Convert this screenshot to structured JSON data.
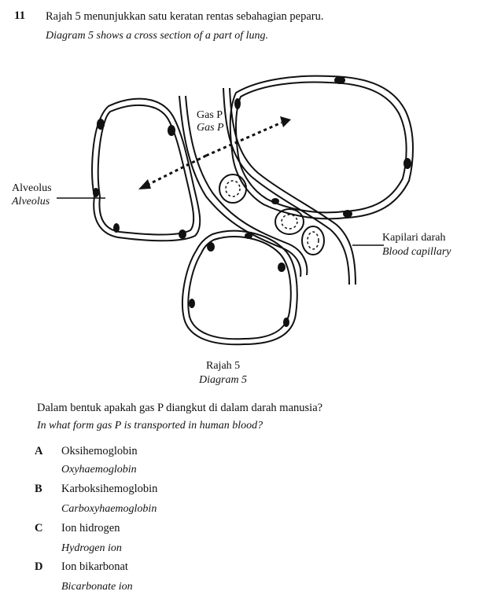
{
  "question": {
    "number": "11",
    "stem_ms": "Rajah 5 menunjukkan satu keratan rentas sebahagian peparu.",
    "stem_en": "Diagram 5 shows a cross section of a part of lung.",
    "prompt_ms": "Dalam bentuk apakah gas P diangkut di dalam darah manusia?",
    "prompt_en": "In what form gas P is transported in human blood?"
  },
  "diagram": {
    "gas_label_ms": "Gas P",
    "gas_label_en": "Gas P",
    "alveolus_ms": "Alveolus",
    "alveolus_en": "Alveolus",
    "capillary_ms": "Kapilari darah",
    "capillary_en": "Blood capillary",
    "caption_ms": "Rajah 5",
    "caption_en": "Diagram 5"
  },
  "options": [
    {
      "letter": "A",
      "ms": "Oksihemoglobin",
      "en": "Oxyhaemoglobin"
    },
    {
      "letter": "B",
      "ms": "Karboksihemoglobin",
      "en": "Carboxyhaemoglobin"
    },
    {
      "letter": "C",
      "ms": "Ion hidrogen",
      "en": "Hydrogen ion"
    },
    {
      "letter": "D",
      "ms": "Ion bikarbonat",
      "en": "Bicarbonate ion"
    }
  ]
}
